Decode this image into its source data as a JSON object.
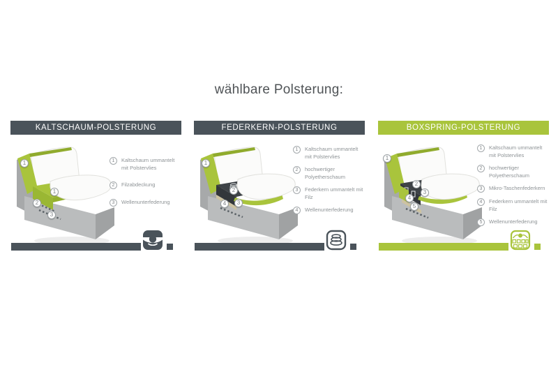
{
  "page": {
    "title": "wählbare Polsterung:"
  },
  "colors": {
    "accent_green": "#a9c43c",
    "slate": "#4a535a",
    "legend_text": "#8e9396"
  },
  "panels": [
    {
      "id": "kaltschaum",
      "title": "KALTSCHAUM-POLSTERUNG",
      "theme": "slate",
      "icon": "foam-cross-section-icon",
      "legend": [
        {
          "num": "1",
          "text": "Kaltschaum ummantelt mit Polstervlies"
        },
        {
          "num": "2",
          "text": "Filzabdeckung"
        },
        {
          "num": "3",
          "text": "Wellenunterfederung"
        }
      ],
      "markers": [
        "1",
        "1",
        "2",
        "3"
      ]
    },
    {
      "id": "federkern",
      "title": "FEDERKERN-POLSTERUNG",
      "theme": "slate",
      "icon": "spring-coil-icon",
      "legend": [
        {
          "num": "1",
          "text": "Kaltschaum ummantelt mit Polstervlies"
        },
        {
          "num": "2",
          "text": "hochwertiger Polyetherschaum"
        },
        {
          "num": "3",
          "text": "Federkern ummantelt mit Filz"
        },
        {
          "num": "4",
          "text": "Wellenunterfederung"
        }
      ],
      "markers": [
        "1",
        "2",
        "3",
        "4"
      ]
    },
    {
      "id": "boxspring",
      "title": "BOXSPRING-POLSTERUNG",
      "theme": "green",
      "icon": "boxspring-layers-icon",
      "legend": [
        {
          "num": "1",
          "text": "Kaltschaum ummantelt mit Polstervlies"
        },
        {
          "num": "2",
          "text": "hochwertiger Polyetherschaum"
        },
        {
          "num": "3",
          "text": "Mikro-Taschenfederkern"
        },
        {
          "num": "4",
          "text": "Federkern ummantelt mit Filz"
        },
        {
          "num": "5",
          "text": "Wellenunterfederung"
        }
      ],
      "markers": [
        "1",
        "2",
        "3",
        "4",
        "5"
      ]
    }
  ]
}
